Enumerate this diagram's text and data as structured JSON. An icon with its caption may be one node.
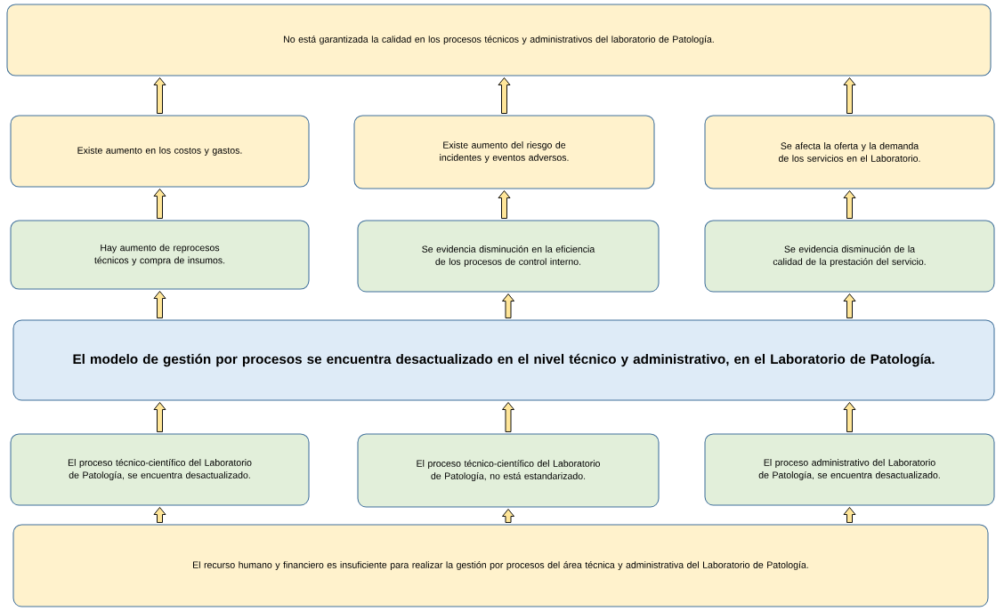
{
  "diagram": {
    "nodes": [
      {
        "text": [
          "No está garantizada la calidad en los procesos técnicos y administrativos del laboratorio de Patología."
        ]
      },
      {
        "text": [
          "Existe aumento en los costos y gastos."
        ]
      },
      {
        "text": [
          "Existe aumento del riesgo de incidentes y eventos adversos."
        ]
      },
      {
        "text": [
          "Se afecta la oferta y la demanda de los servicios en el Laboratorio."
        ]
      },
      {
        "text": [
          "Hay aumento de reprocesos técnicos y compra de insumos."
        ]
      },
      {
        "text": [
          "Se evidencia disminución en la eficiencia de los procesos de control interno."
        ]
      },
      {
        "text": [
          "Se evidencia disminución de la calidad de la prestación del servicio."
        ]
      },
      {
        "text": [
          "El modelo de gestión por procesos se encuentra desactualizado en el nivel técnico y administrativo, en el Laboratorio de Patología."
        ]
      },
      {
        "text": [
          "El proceso técnico-científico del Laboratorio de Patología, se encuentra desactualizado."
        ]
      },
      {
        "text": [
          "El proceso técnico-científico del Laboratorio de Patología, no está estandarizado."
        ]
      },
      {
        "text": [
          "El proceso administrativo del Laboratorio de Patología, se encuentra desactualizado."
        ]
      },
      {
        "text": [
          "El recurso humano y financiero es insuficiente para realizar la gestión por procesos del área técnica y administrativa del Laboratorio de Patología."
        ]
      }
    ],
    "edges": [
      {
        "from": 1,
        "to": 0,
        "arrow": "to"
      },
      {
        "from": 2,
        "to": 0,
        "arrow": "to"
      },
      {
        "from": 3,
        "to": 0,
        "arrow": "to"
      },
      {
        "from": 4,
        "to": 1,
        "arrow": "to"
      },
      {
        "from": 5,
        "to": 2,
        "arrow": "to"
      },
      {
        "from": 6,
        "to": 3,
        "arrow": "to"
      },
      {
        "from": 7,
        "to": 4,
        "arrow": "to"
      },
      {
        "from": 7,
        "to": 5,
        "arrow": "to"
      },
      {
        "from": 7,
        "to": 6,
        "arrow": "to"
      },
      {
        "from": 8,
        "to": 7,
        "arrow": "to"
      },
      {
        "from": 9,
        "to": 7,
        "arrow": "to"
      },
      {
        "from": 10,
        "to": 7,
        "arrow": "to"
      },
      {
        "from": 11,
        "to": 8,
        "arrow": "to"
      },
      {
        "from": 11,
        "to": 9,
        "arrow": "to"
      },
      {
        "from": 11,
        "to": 10,
        "arrow": "to"
      }
    ]
  }
}
